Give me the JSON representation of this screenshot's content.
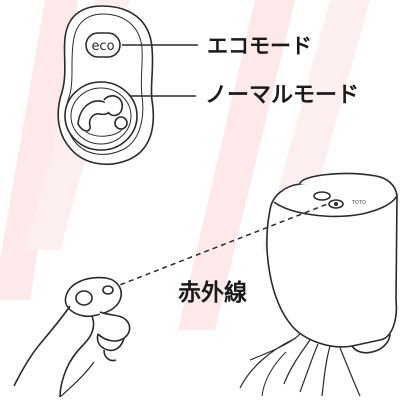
{
  "labels": {
    "eco_mode": "エコモード",
    "normal_mode": "ノーマルモード",
    "infrared": "赤外線"
  },
  "remote": {
    "eco_button_text": "eco"
  },
  "colors": {
    "line": "#2a2a2a",
    "watermark": "#fbe4e6",
    "background": "#ffffff"
  }
}
